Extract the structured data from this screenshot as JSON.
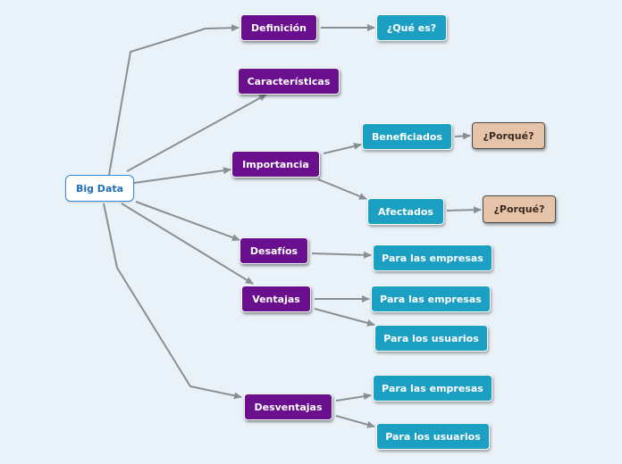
{
  "colors": {
    "background": "#e9f2f8",
    "root_border": "#3a8ad6",
    "primary_node": "#6a0f8e",
    "secondary_node": "#1b9fc2",
    "tertiary_node": "#e6c4a9",
    "connector": "#8a8f96"
  },
  "nodes": {
    "root": "Big Data",
    "definicion": "Definición",
    "que_es": "¿Qué es?",
    "caracteristicas": "Características",
    "importancia": "Importancia",
    "beneficiados": "Beneficiados",
    "porque_1": "¿Porqué?",
    "afectados": "Afectados",
    "porque_2": "¿Porqué?",
    "desafios": "Desafíos",
    "desafios_empresas": "Para las empresas",
    "ventajas": "Ventajas",
    "ventajas_empresas": "Para las empresas",
    "ventajas_usuarios": "Para los usuarios",
    "desventajas": "Desventajas",
    "desventajas_empresas": "Para las empresas",
    "desventajas_usuarios": "Para los usuarios"
  }
}
